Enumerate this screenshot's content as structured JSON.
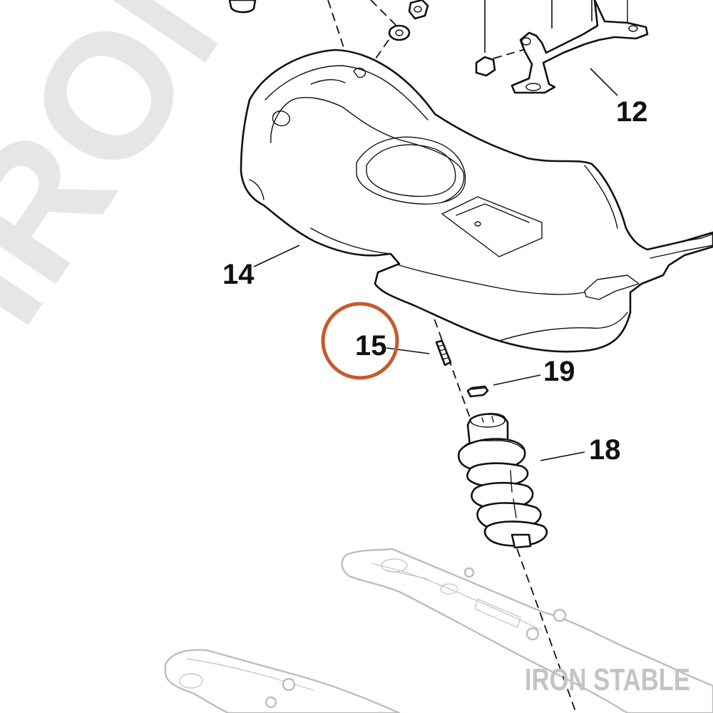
{
  "diagram": {
    "watermark_large": "IRON ST",
    "watermark_footer": "IRON STABLE",
    "highlight_color": "#c65a2e",
    "callouts": {
      "p12": "12",
      "p14": "14",
      "p15": "15",
      "p18": "18",
      "p19": "19"
    },
    "highlighted_part": "15"
  }
}
